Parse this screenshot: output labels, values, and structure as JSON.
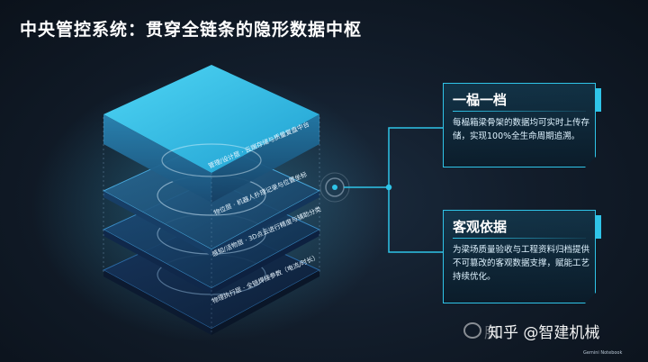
{
  "title": "中央管控系统：贯穿全链条的隐形数据中枢",
  "layers": [
    {
      "label": "管理/设计层 · 云端存储与质量复盘中台"
    },
    {
      "label": "物位层 · 机器人扑理记录与位置坐标"
    },
    {
      "label": "感知/活物层 · 3D点云进行精度与辅助分类"
    },
    {
      "label": "物理执行层 · 全链焊接参数（电流/时长）"
    }
  ],
  "cards": [
    {
      "title": "一榀一档",
      "body": "每榀箱梁骨架的数据均可实时上传存储，实现100%全生命周期追溯。"
    },
    {
      "title": "客观依据",
      "body": "为梁场质量验收与工程资料归档提供不可篡改的客观数据支撑，赋能工艺持续优化。"
    }
  ],
  "watermark": {
    "text": "知乎 @智建机械",
    "ghost": "肌"
  },
  "footer": {
    "badge": "Gemini Notebook"
  },
  "colors": {
    "accent": "#2fc4e8",
    "top_face": "#3fc9ef",
    "background": "#121d2b"
  }
}
